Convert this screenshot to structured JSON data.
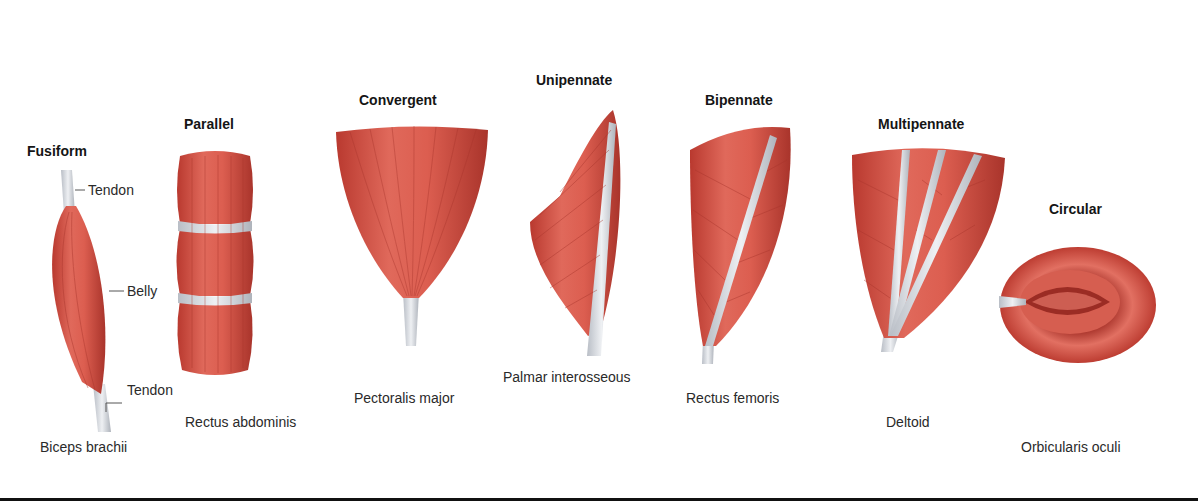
{
  "diagram": {
    "labels": [
      "Fusiform",
      "Tendon",
      "Belly",
      "Tendon",
      "Biceps brachii",
      "Parallel",
      "Rectus abdominis",
      "Convergent",
      "Pectoralis major",
      "Unipennate",
      "Palmar interosseous",
      "Bipennate",
      "Rectus femoris",
      "Multipennate",
      "Deltoid",
      "Circular",
      "Orbicularis oculi"
    ]
  }
}
